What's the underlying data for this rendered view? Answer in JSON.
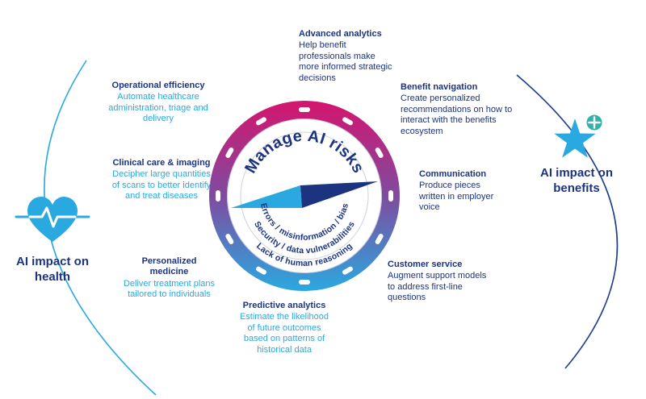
{
  "diagram": {
    "center": {
      "title": "Manage AI risks",
      "risks": [
        "Errors / misinformation / bias",
        "Security / data vulnerabilities",
        "Lack of human reasoning"
      ]
    },
    "health_side": {
      "label": "AI impact on health",
      "icon": "heart-pulse-icon"
    },
    "benefits_side": {
      "label": "AI impact on benefits",
      "icon": "star-plus-icon"
    },
    "items": [
      {
        "title": "Advanced analytics",
        "body": "Help benefit professionals make more informed strategic decisions"
      },
      {
        "title": "Benefit navigation",
        "body": "Create personalized recommendations on how to interact with the benefits ecosystem"
      },
      {
        "title": "Communication",
        "body": "Produce pieces written in employer voice"
      },
      {
        "title": "Customer service",
        "body": "Augment support models to address first-line questions"
      },
      {
        "title": "Predictive analytics",
        "body": "Estimate the likelihood of future outcomes based on patterns of historical data"
      },
      {
        "title": "Personalized medicine",
        "body": "Deliver treatment plans tailored to individuals"
      },
      {
        "title": "Clinical care & imaging",
        "body": "Decipher large quantities of scans to better identify and treat diseases"
      },
      {
        "title": "Operational efficiency",
        "body": "Automate healthcare administration, triage and delivery"
      }
    ],
    "colors": {
      "navy": "#1c3380",
      "light_blue": "#2aa9e0",
      "teal": "#33b1a9",
      "ring_gradient": [
        "#d4156e",
        "#7f4ba0",
        "#2aa9e0"
      ]
    }
  }
}
